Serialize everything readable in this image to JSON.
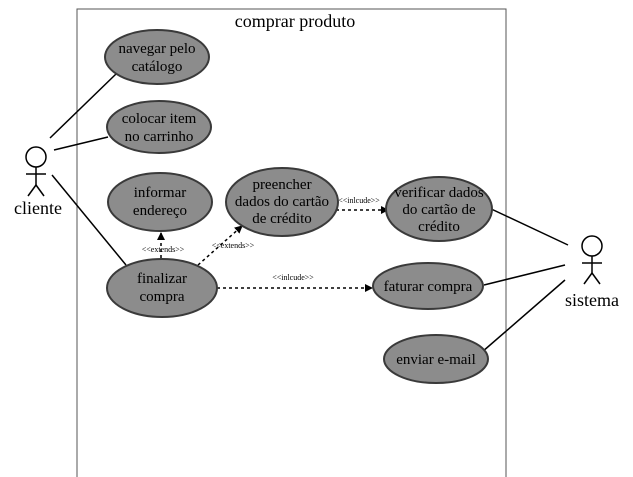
{
  "system_boundary": {
    "title": "comprar produto"
  },
  "actors": {
    "cliente": {
      "label": "cliente"
    },
    "sistema": {
      "label": "sistema"
    }
  },
  "use_cases": {
    "navegar": {
      "lines": [
        "navegar pelo",
        "catálogo"
      ]
    },
    "colocar": {
      "lines": [
        "colocar item",
        "no carrinho"
      ]
    },
    "informar": {
      "lines": [
        "informar",
        "endereço"
      ]
    },
    "preencher": {
      "lines": [
        "preencher",
        "dados do cartão",
        "de crédito"
      ]
    },
    "verificar": {
      "lines": [
        "verificar dados",
        "do cartão de",
        "crédito"
      ]
    },
    "finalizar": {
      "lines": [
        "finalizar",
        "compra"
      ]
    },
    "faturar": {
      "lines": [
        "faturar compra"
      ]
    },
    "enviar": {
      "lines": [
        "enviar e-mail"
      ]
    }
  },
  "relations": {
    "extends_informar": "<<extends>>",
    "extends_preencher": "<<extends>>",
    "include_verificar": "<<inlcude>>",
    "include_faturar": "<<inlcude>>"
  },
  "colors": {
    "use_case_fill": "#8c8c8c",
    "use_case_stroke": "#3a3a3a",
    "line": "#000000",
    "background": "#ffffff"
  }
}
